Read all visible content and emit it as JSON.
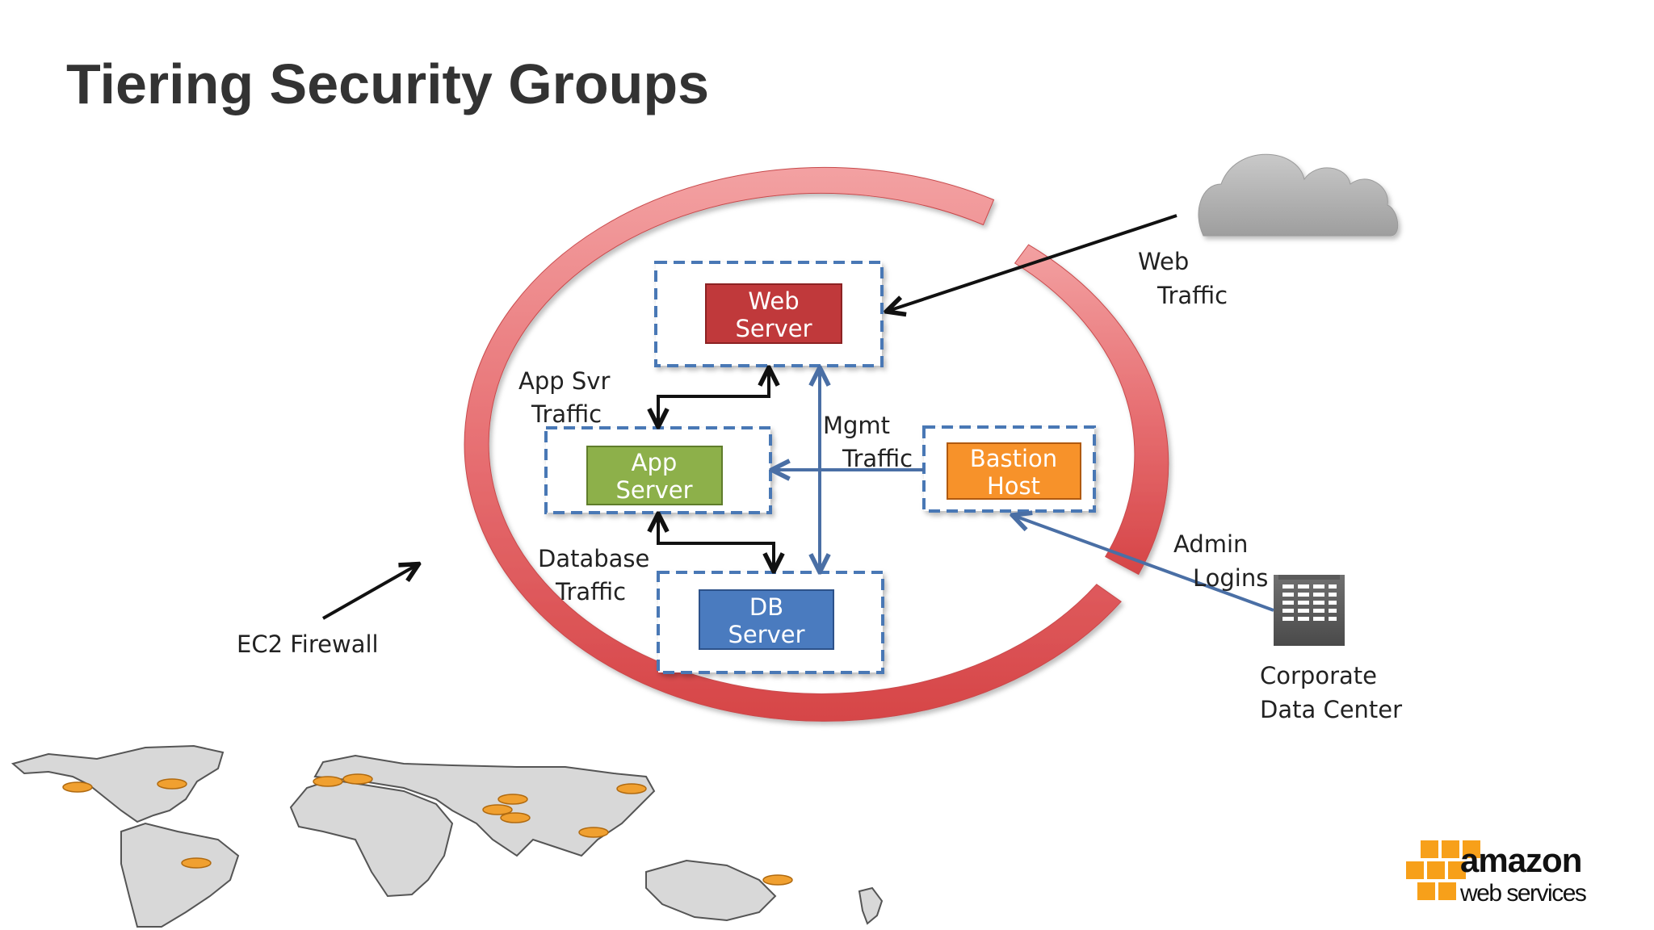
{
  "slide": {
    "title": "Tiering Security Groups"
  },
  "nodes": {
    "web_server": [
      "Web",
      "Server"
    ],
    "app_server": [
      "App",
      "Server"
    ],
    "db_server": [
      "DB",
      "Server"
    ],
    "bastion_host": [
      "Bastion",
      "Host"
    ]
  },
  "labels": {
    "web_traffic": [
      "Web",
      "Traffic"
    ],
    "app_svr_traffic": [
      "App Svr",
      "Traffic"
    ],
    "mgmt_traffic": [
      "Mgmt",
      "Traffic"
    ],
    "database_traffic": [
      "Database",
      "Traffic"
    ],
    "admin_logins": [
      "Admin",
      "Logins"
    ],
    "ec2_firewall": "EC2 Firewall",
    "corporate_data_center": [
      "Corporate",
      "Data Center"
    ]
  },
  "logo": {
    "wordmark": "amazon",
    "sub": "web services"
  },
  "colors": {
    "firewall_ring": "#e05b5e",
    "web_server": "#c0392b",
    "app_server": "#8db04a",
    "db_server": "#4a7bbf",
    "bastion_host": "#f7922a",
    "group_border": "#4a78b5",
    "mgmt_line": "#4a6fa5",
    "cloud": "#b5b5b5",
    "map_dot": "#f0a030"
  },
  "icons": [
    "cloud-icon",
    "building-icon",
    "world-map",
    "aws-cubes-logo"
  ]
}
